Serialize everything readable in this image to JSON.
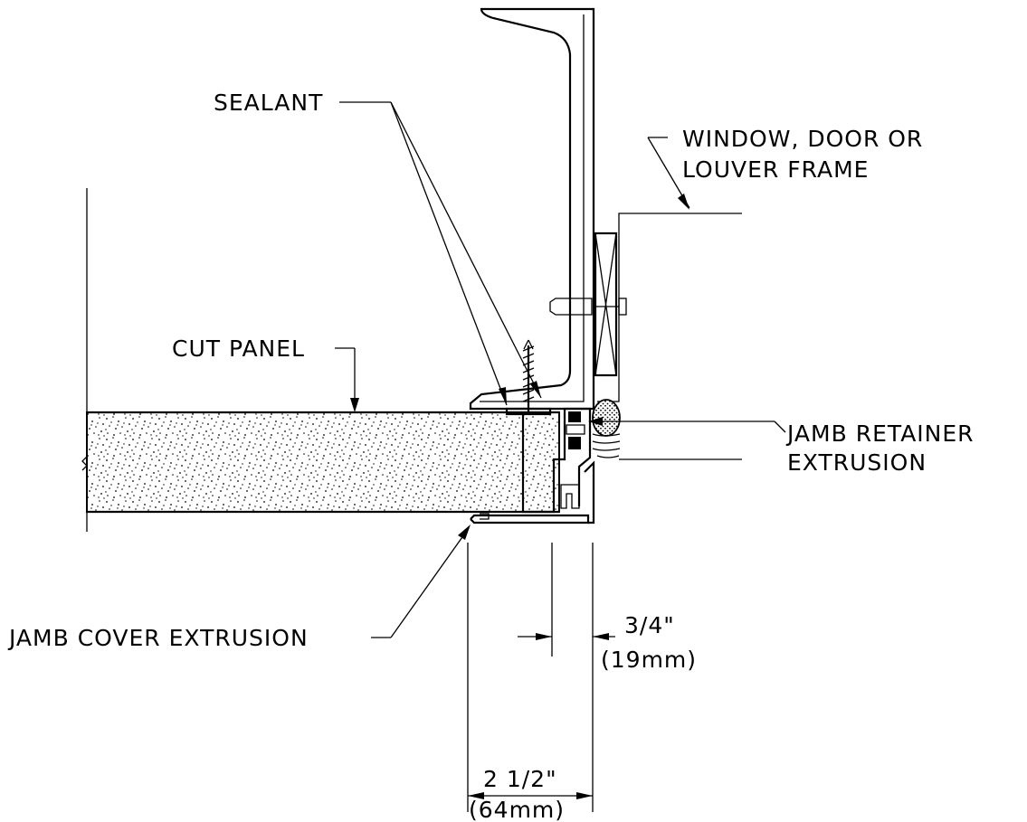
{
  "labels": {
    "sealant": "SEALANT",
    "frame_line1": "WINDOW, DOOR OR",
    "frame_line2": "LOUVER FRAME",
    "cut_panel": "CUT PANEL",
    "retainer_line1": "JAMB RETAINER",
    "retainer_line2": "EXTRUSION",
    "cover": "JAMB COVER EXTRUSION"
  },
  "dimensions": {
    "small_imperial": "3/4\"",
    "small_metric": "(19mm)",
    "large_imperial": "2 1/2\"",
    "large_metric": "(64mm)"
  }
}
